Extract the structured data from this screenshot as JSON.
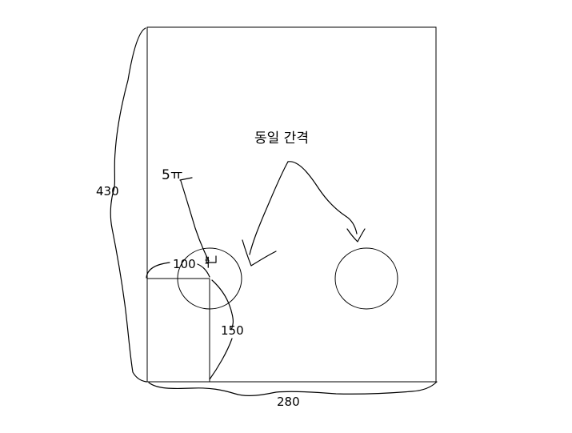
{
  "drawing": {
    "plate": {
      "width_label": "280",
      "height_label": "430"
    },
    "hole_position": {
      "x_label": "100",
      "y_label": "150"
    },
    "notes": {
      "diameter_note": "5ㅠ",
      "spacing_note": "동일 간격",
      "diameter_mark": "ㅕ"
    }
  }
}
